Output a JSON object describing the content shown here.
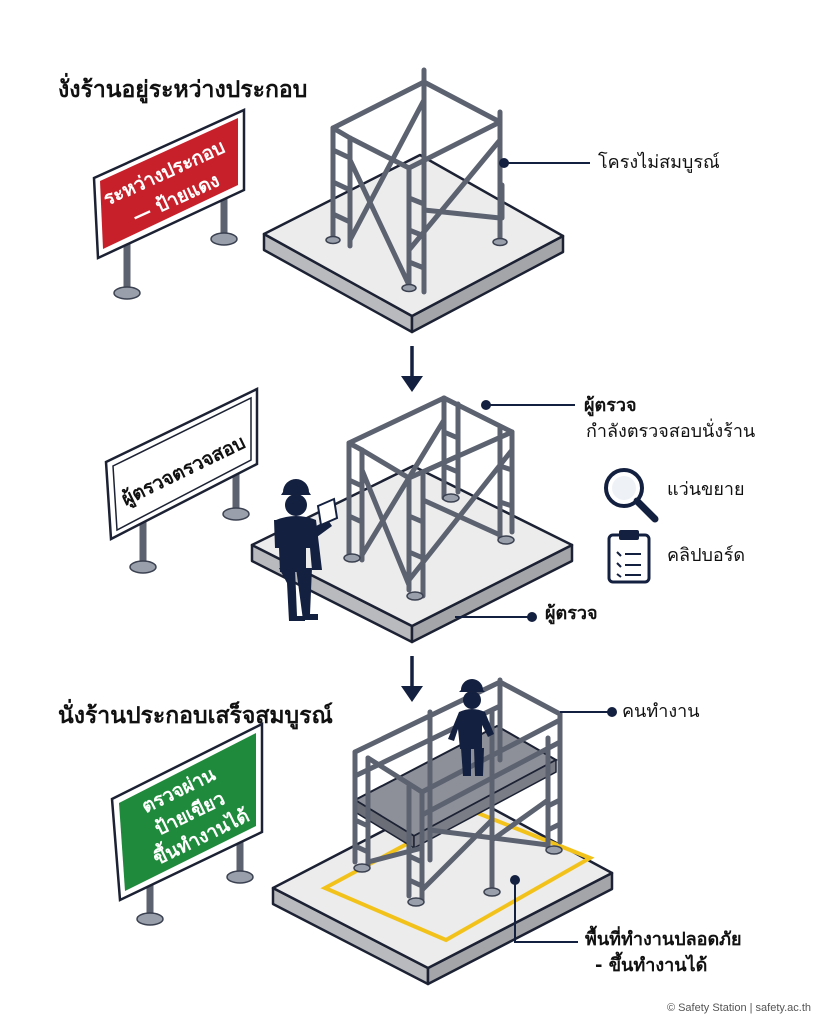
{
  "stage1": {
    "heading": "งั่งร้านอยู่ระหว่างประกอบ",
    "sign_line1": "ระหว่างประกอบ",
    "sign_line2": "— ป้ายแดง",
    "callout": "โครงไม่สมบูรณ์"
  },
  "stage2": {
    "sign_text": "ผู้ตรวจตรวจสอบ",
    "callout_title": "ผู้ตรวจ",
    "callout_sub": "กำลังตรวจสอบนั่งร้าน",
    "magnifier_label": "แว่นขยาย",
    "clipboard_label": "คลิปบอร์ด",
    "inspector_label": "ผู้ตรวจ"
  },
  "stage3": {
    "heading": "นั่งร้านประกอบเสร็จสมบูรณ์",
    "sign_line1": "ตรวจผ่าน",
    "sign_line2": "ป้ายเขียว",
    "sign_line3": "ขึ้นทำงานได้",
    "worker_label": "คนทำงาน",
    "safe_area_line1": "พื้นที่ทำงานปลอดภัย",
    "safe_area_line2": "- ขึ้นทำงานได้"
  },
  "footer": {
    "credit": "© Safety Station | safety.ac.th"
  },
  "colors": {
    "red_sign": "#c8202a",
    "green_sign": "#1f8a3c",
    "navy": "#14203f",
    "platform": "#e9e9ea",
    "safe_zone": "#f2c21b",
    "pipe": "#5c6270"
  },
  "icons": [
    "arrow-down-icon",
    "magnifier-icon",
    "clipboard-icon",
    "inspector-figure",
    "worker-figure"
  ]
}
